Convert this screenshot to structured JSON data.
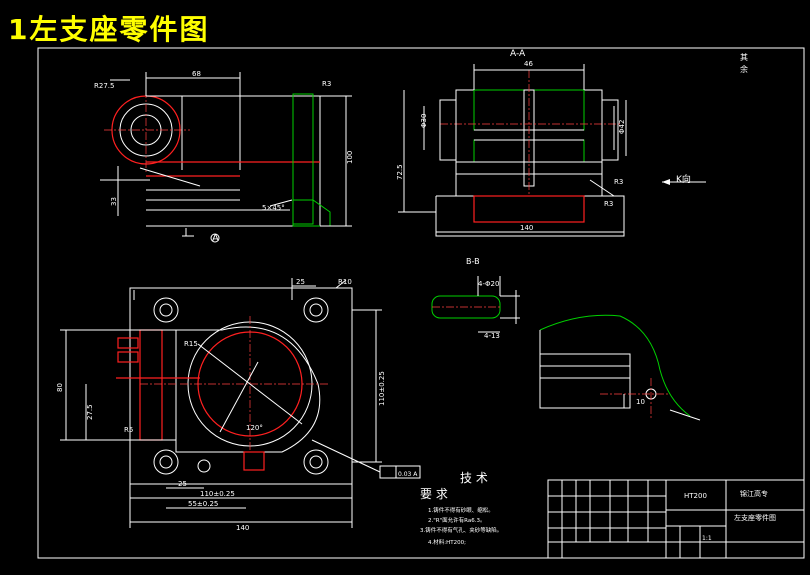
{
  "title": "1左支座零件图",
  "top_right_note": [
    "其",
    "余"
  ],
  "section_labels": {
    "aa": "A-A",
    "bb": "B-B",
    "k": "K向"
  },
  "dimensions": {
    "top_68": "68",
    "r27_5": "R27.5",
    "r3_top": "R3",
    "d100": "100",
    "d33": "33",
    "d5_45": "5×45°",
    "d46": "46",
    "d72_5": "72.5",
    "d140_top": "140",
    "r3_k1": "R3",
    "r3_k2": "R3",
    "phi30": "Φ30",
    "phi42": "Φ42",
    "d25": "25",
    "r10": "R10",
    "r15": "R15",
    "d80": "80",
    "d27_5": "27.5",
    "r5": "R5",
    "d110_0_25": "110±0.25",
    "d120": "120°",
    "d25_bottom": "25",
    "d110_0_25_b": "110±0.25",
    "d55_0_25": "55±0.25",
    "d140_bottom": "140",
    "d4_20": "4-Φ20",
    "d4_13": "4-13",
    "d10": "10",
    "tol": "0.03 A"
  },
  "tech": {
    "heading1": "技 术",
    "heading2": "要 求",
    "items": [
      "1.铸件不得有砂眼、缩松。",
      "2.\"R\"面允许有Ra6.3。",
      "3.铸件不得有气孔、夹砂等缺陷。",
      "4.材料:HT200;"
    ]
  },
  "title_block": {
    "material": "HT200",
    "school": "锦江高专",
    "drawing_name": "左支座零件图",
    "scale": "1:1"
  }
}
